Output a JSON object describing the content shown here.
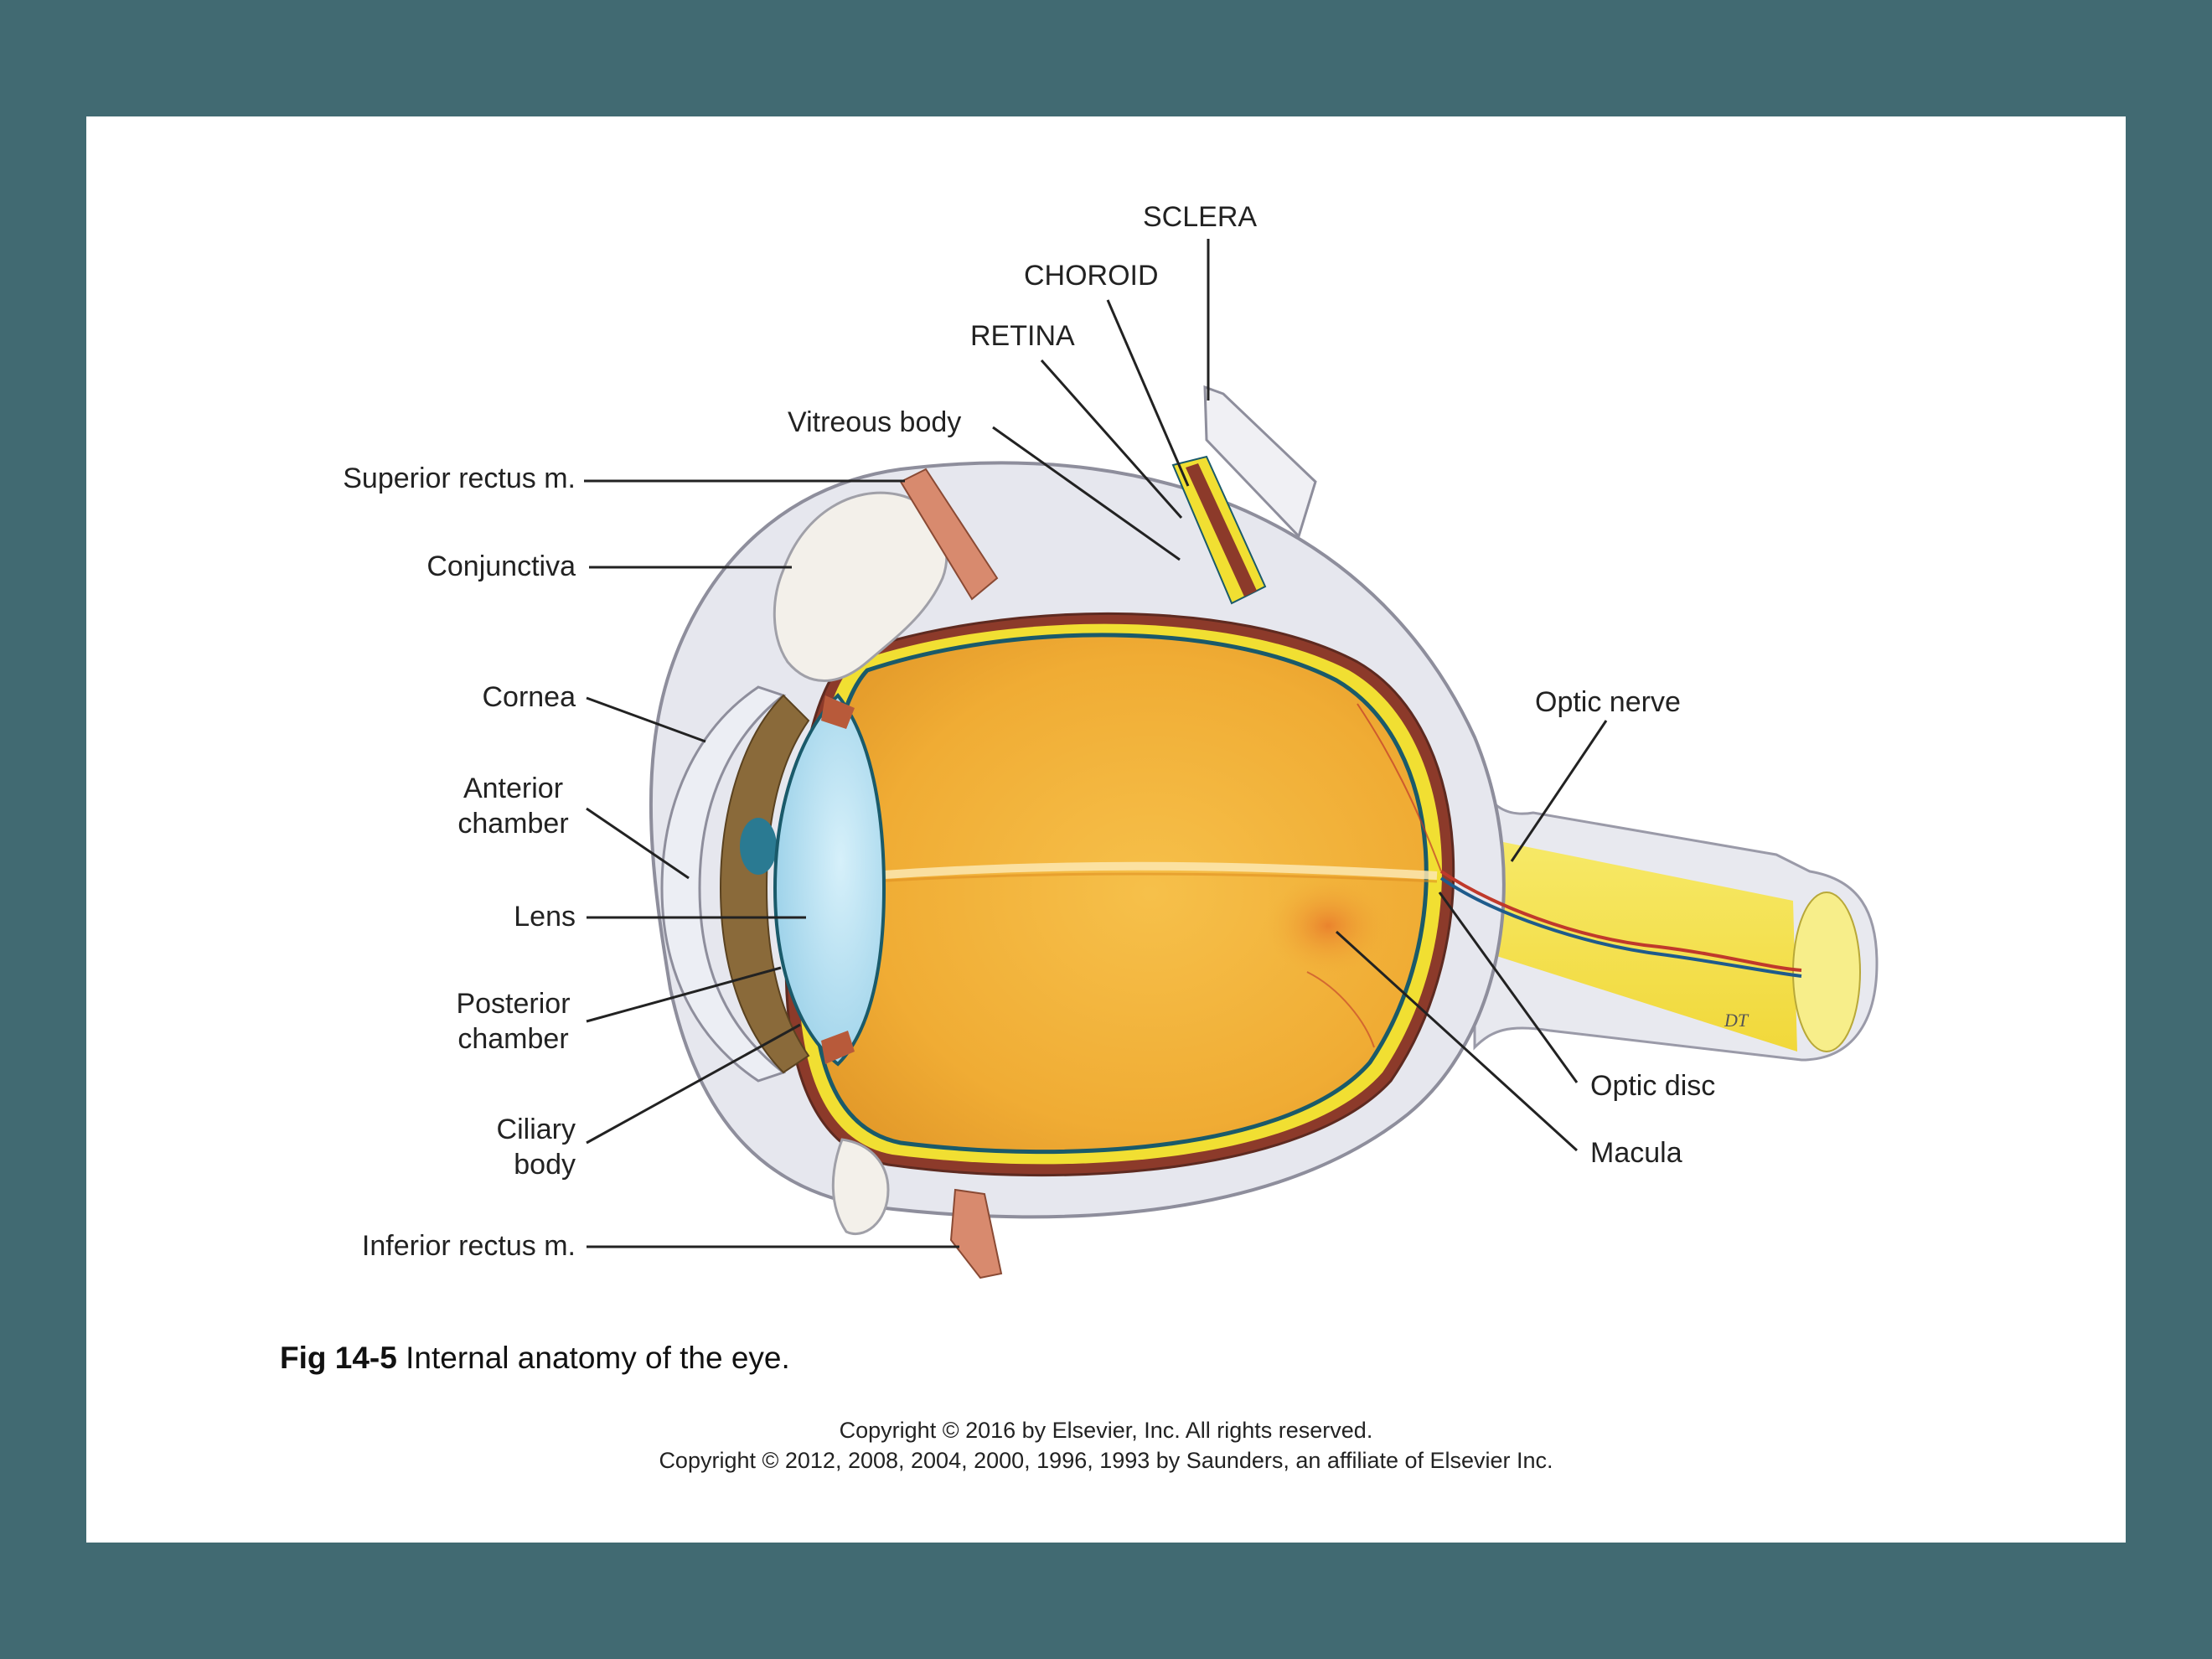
{
  "labels": {
    "sclera": "SCLERA",
    "choroid": "CHOROID",
    "retina": "RETINA",
    "vitreous_body": "Vitreous body",
    "superior_rectus": "Superior rectus m.",
    "conjunctiva": "Conjunctiva",
    "cornea": "Cornea",
    "anterior_chamber": [
      "Anterior",
      "chamber"
    ],
    "lens": "Lens",
    "posterior_chamber": [
      "Posterior",
      "chamber"
    ],
    "ciliary_body": [
      "Ciliary",
      "body"
    ],
    "inferior_rectus": "Inferior rectus m.",
    "optic_nerve": "Optic nerve",
    "optic_disc": "Optic disc",
    "macula": "Macula"
  },
  "caption": {
    "fig_number": "Fig 14-5",
    "text": "Internal anatomy of the eye."
  },
  "copyright": {
    "line1": "Copyright © 2016 by Elsevier, Inc. All rights reserved.",
    "line2": "Copyright © 2012, 2008, 2004, 2000, 1996, 1993 by Saunders, an affiliate of Elsevier Inc."
  },
  "artist_mark": "DT",
  "colors": {
    "background": "#416a72",
    "vitreous": "#f2b23a",
    "sclera": "#e9eaf0",
    "retina": "#f4e23a",
    "choroid": "#8c3a2a",
    "lens": "#b9e2f2",
    "iris": "#8a6a3a",
    "muscle": "#d88a6e"
  }
}
